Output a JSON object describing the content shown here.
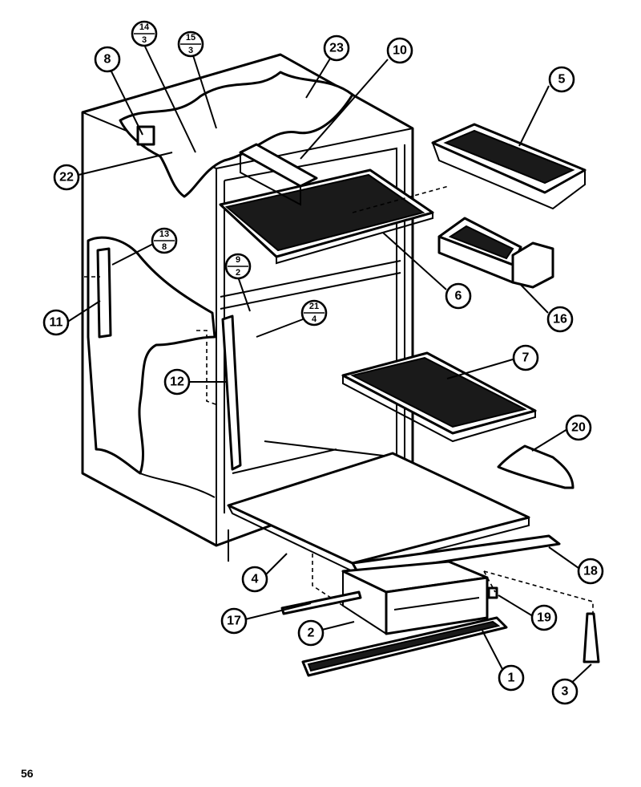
{
  "page_number": "56",
  "callouts": {
    "c1": "1",
    "c2": "2",
    "c3": "3",
    "c4": "4",
    "c5": "5",
    "c6": "6",
    "c7": "7",
    "c8": "8",
    "c10": "10",
    "c11": "11",
    "c12": "12",
    "c16": "16",
    "c17": "17",
    "c18": "18",
    "c19": "19",
    "c20": "20",
    "c22": "22",
    "c23": "23"
  },
  "fraction_callouts": {
    "f14_3": {
      "top": "14",
      "bottom": "3"
    },
    "f15_3": {
      "top": "15",
      "bottom": "3"
    },
    "f13_8": {
      "top": "13",
      "bottom": "8"
    },
    "f9_2": {
      "top": "9",
      "bottom": "2"
    },
    "f21_4": {
      "top": "21",
      "bottom": "4"
    }
  }
}
